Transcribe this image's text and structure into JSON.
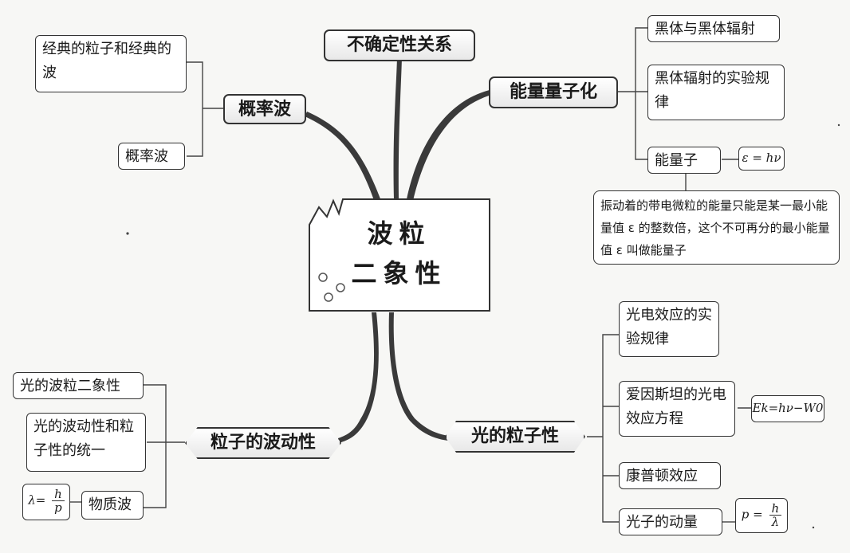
{
  "center": {
    "line1": "波粒",
    "line2": "二象性"
  },
  "topics": {
    "uncertainty": "不确定性关系",
    "energy_quantization": "能量量子化",
    "probability_wave": "概率波",
    "particle_wave": "粒子的波动性",
    "light_particle": "光的粒子性"
  },
  "probability_wave": {
    "classical": "经典的粒子和经典的波",
    "prob": "概率波"
  },
  "energy_quantization": {
    "blackbody": "黑体与黑体辐射",
    "law": "黑体辐射的实验规律",
    "quantum": "能量子",
    "formula": "ε = hν",
    "note": "振动着的带电微粒的能量只能是某一最小能量值 ε 的整数倍，这个不可再分的最小能量值 ε 叫做能量子"
  },
  "particle_wave": {
    "duality": "光的波粒二象性",
    "unity": "光的波动性和粒子性的统一",
    "matter": "物质波",
    "formula_lhs": "λ=",
    "formula_num": "h",
    "formula_den": "p"
  },
  "light_particle": {
    "photo_law": "光电效应的实验规律",
    "einstein": "爱因斯坦的光电效应方程",
    "einstein_formula": "Ek=hν−W0",
    "compton": "康普顿效应",
    "momentum": "光子的动量",
    "formula_lhs": "p =",
    "formula_num": "h",
    "formula_den": "λ"
  }
}
